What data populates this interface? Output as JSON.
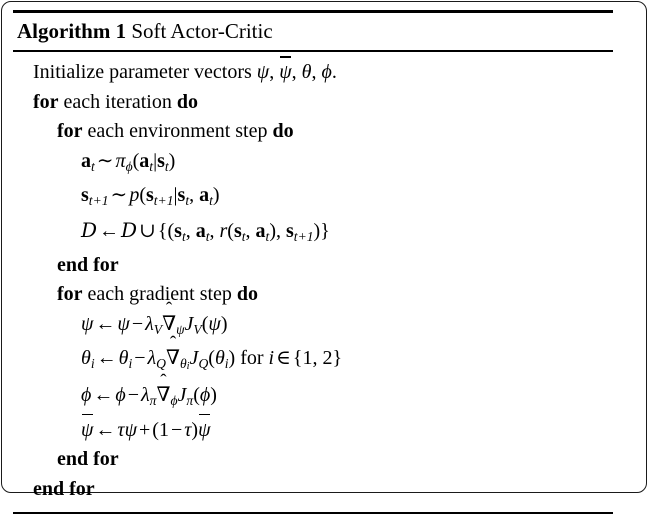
{
  "figure": {
    "type": "algorithm-pseudocode",
    "kind": "LaTeX algorithm float",
    "border": "#1a1a1a",
    "background": "#ffffff",
    "text_color": "#000000"
  },
  "header": {
    "keyword": "Algorithm 1",
    "title": "Soft Actor-Critic"
  },
  "lines": [
    {
      "id": "init",
      "indent": 1,
      "text": "Initialize parameter vectors ψ, ψ̄, θ, ϕ."
    },
    {
      "id": "for-iteration",
      "indent": 1,
      "text": "for each iteration do"
    },
    {
      "id": "for-env-step",
      "indent": 2,
      "text": "for each environment step do"
    },
    {
      "id": "sample-action",
      "indent": 3,
      "text": "a_t ~ π_ϕ(a_t|s_t)"
    },
    {
      "id": "sample-next-state",
      "indent": 3,
      "text": "s_{t+1} ~ p(s_{t+1}|s_t, a_t)"
    },
    {
      "id": "update-buffer",
      "indent": 3,
      "text": "D ← D ∪ {(s_t, a_t, r(s_t, a_t), s_{t+1})}"
    },
    {
      "id": "end-for-env-step",
      "indent": 2,
      "text": "end for"
    },
    {
      "id": "for-gradient-step",
      "indent": 2,
      "text": "for each gradient step do"
    },
    {
      "id": "update-psi",
      "indent": 3,
      "text": "ψ ← ψ − λ_V ∇̂_ψ J_V(ψ)"
    },
    {
      "id": "update-theta",
      "indent": 3,
      "text": "θ_i ← θ_i − λ_Q ∇̂_{θ_i} J_Q(θ_i) for i ∈ {1, 2}"
    },
    {
      "id": "update-phi",
      "indent": 3,
      "text": "ϕ ← ϕ − λ_π ∇̂_ϕ J_π(ϕ)"
    },
    {
      "id": "update-psi-bar",
      "indent": 3,
      "text": "ψ̄ ← τψ + (1 − τ)ψ̄"
    },
    {
      "id": "end-for-gradient-step",
      "indent": 2,
      "text": "end for"
    },
    {
      "id": "end-for-iteration",
      "indent": 1,
      "text": "end for"
    }
  ],
  "tokens": {
    "initialize": "Initialize parameter vectors",
    "psi": "ψ",
    "theta": "θ",
    "phi": "ϕ",
    "tau": "τ",
    "pi": "π",
    "lambda": "λ",
    "nabla": "∇",
    "D": "D",
    "arrow": "←",
    "sim": "∼",
    "cup": "∪",
    "in": "∈",
    "minus": "−",
    "plus": "+",
    "comma": ",",
    "period": ".",
    "for": "for",
    "do": "do",
    "end_for": "end for",
    "each_iteration": "each iteration",
    "each_environment_step": "each environment step",
    "each_gradient_step": "each gradient step",
    "for_lower": "for",
    "a": "a",
    "s": "s",
    "r": "r",
    "p": "p",
    "J": "J",
    "V": "V",
    "Q": "Q",
    "i": "i",
    "t": "t",
    "t_plus_1": "t+1",
    "one": "1",
    "two": "2",
    "set_one_two": "{1, 2}"
  }
}
